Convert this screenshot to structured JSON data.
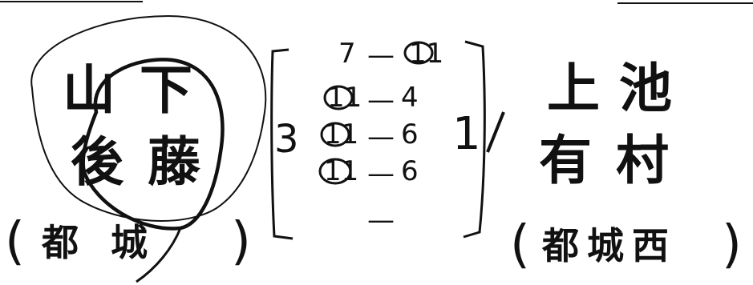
{
  "left_team": {
    "name_top": "山下",
    "name_bottom": "後藤",
    "school": "都城",
    "school_paren_open": "(",
    "school_paren_close": ")"
  },
  "right_team": {
    "name_top": "上池",
    "name_bottom": "有村",
    "school": "都城西",
    "school_paren_open": "(",
    "school_paren_close": ")"
  },
  "match": {
    "left_total": "3",
    "right_total": "1",
    "games": [
      {
        "left": "7",
        "right": "11"
      },
      {
        "left": "11",
        "right": "4"
      },
      {
        "left": "11",
        "right": "6"
      },
      {
        "left": "11",
        "right": "6"
      },
      {
        "left": "",
        "right": ""
      }
    ],
    "dash": "—"
  },
  "colors": {
    "ink": "#111111",
    "paper": "#ffffff"
  }
}
